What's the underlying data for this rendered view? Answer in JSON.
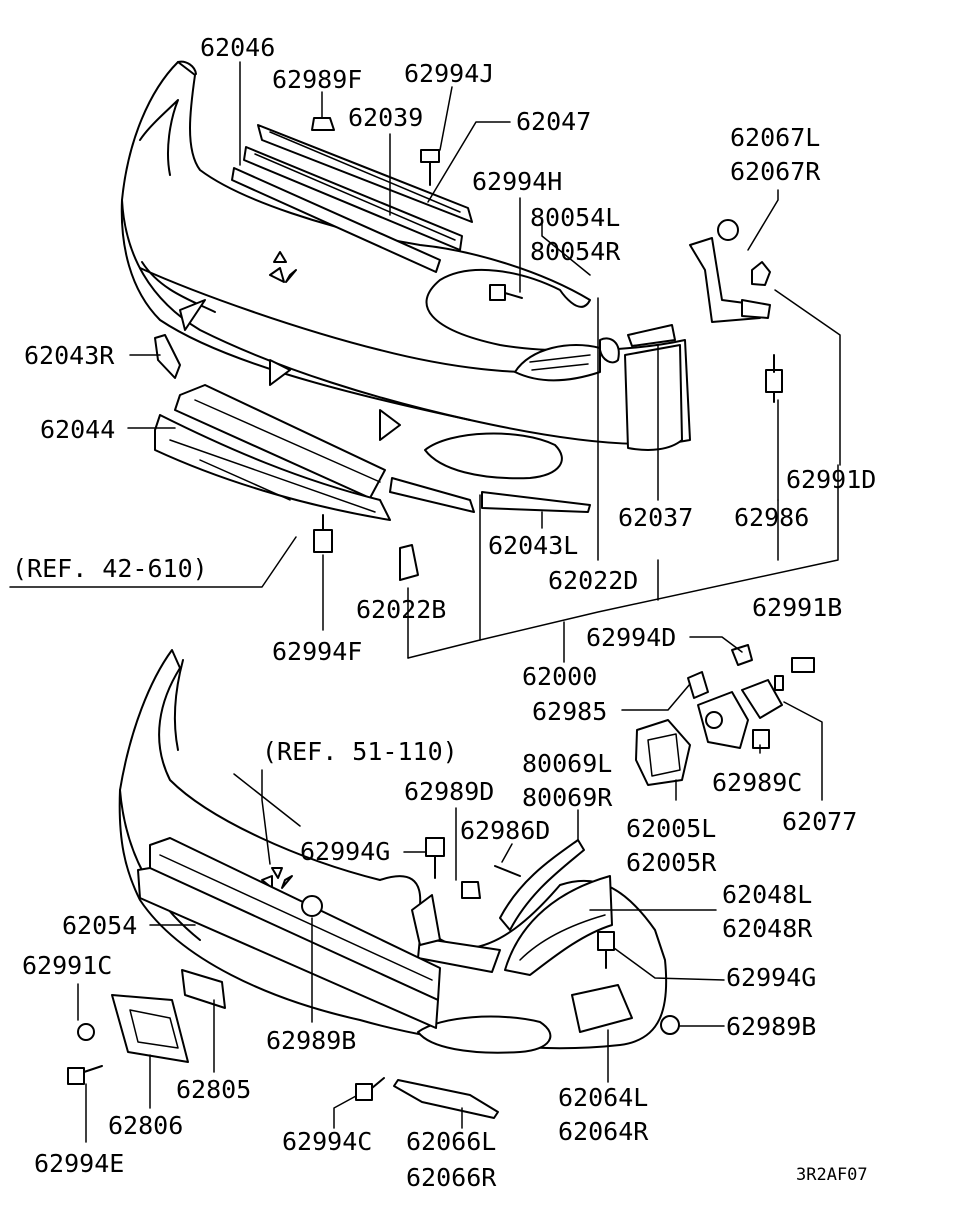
{
  "diagram_code": "3R2AF07",
  "labels": {
    "l62046": "62046",
    "l62989F": "62989F",
    "l62994J": "62994J",
    "l62039": "62039",
    "l62047": "62047",
    "l62067L": "62067L",
    "l62067R": "62067R",
    "l62994H": "62994H",
    "l80054L": "80054L",
    "l80054R": "80054R",
    "l62043R": "62043R",
    "l62044": "62044",
    "l62991D": "62991D",
    "l62037": "62037",
    "l62986": "62986",
    "l62043L": "62043L",
    "ref42": "(REF. 42-610)",
    "l62022D": "62022D",
    "l62022B": "62022B",
    "l62991B": "62991B",
    "l62994F": "62994F",
    "l62994D": "62994D",
    "l62000": "62000",
    "l62985": "62985",
    "ref51": "(REF. 51-110)",
    "l80069L": "80069L",
    "l80069R": "80069R",
    "l62989D": "62989D",
    "l62989C": "62989C",
    "l62986D": "62986D",
    "l62005L": "62005L",
    "l62077": "62077",
    "l62994G_a": "62994G",
    "l62005R": "62005R",
    "l62048L": "62048L",
    "l62054": "62054",
    "l62048R": "62048R",
    "l62994G_b": "62994G",
    "l62991C": "62991C",
    "l62989B_a": "62989B",
    "l62989B_b": "62989B",
    "l62805": "62805",
    "l62806": "62806",
    "l62064L": "62064L",
    "l62994C": "62994C",
    "l62066L": "62066L",
    "l62064R": "62064R",
    "l62994E": "62994E",
    "l62066R": "62066R"
  }
}
